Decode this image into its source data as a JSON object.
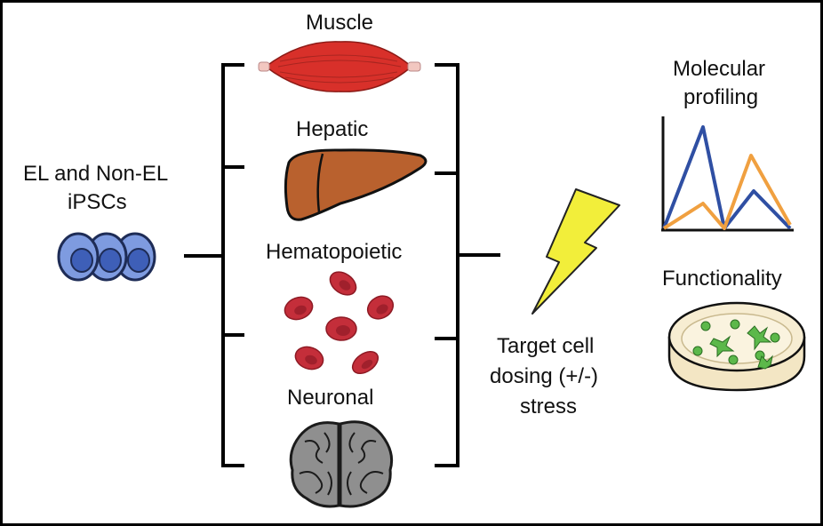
{
  "source": {
    "line1": "EL and Non-EL",
    "line2": "iPSCs"
  },
  "tissues": {
    "muscle": "Muscle",
    "hepatic": "Hepatic",
    "hematopoietic": "Hematopoietic",
    "neuronal": "Neuronal"
  },
  "treatment": {
    "line1": "Target cell",
    "line2": "dosing (+/-)",
    "line3": "stress"
  },
  "outputs": {
    "molecular_line1": "Molecular",
    "molecular_line2": "profiling",
    "functionality": "Functionality"
  },
  "colors": {
    "ipsc": "#6f8fd6",
    "muscle": "#d8302a",
    "liver": "#b9612e",
    "blood": "#c42e3a",
    "brain": "#8a8a8a",
    "lightning": "#f2ee3a",
    "series_blue": "#2f4fa3",
    "series_orange": "#f0a040",
    "cells_green": "#5cb84a"
  }
}
